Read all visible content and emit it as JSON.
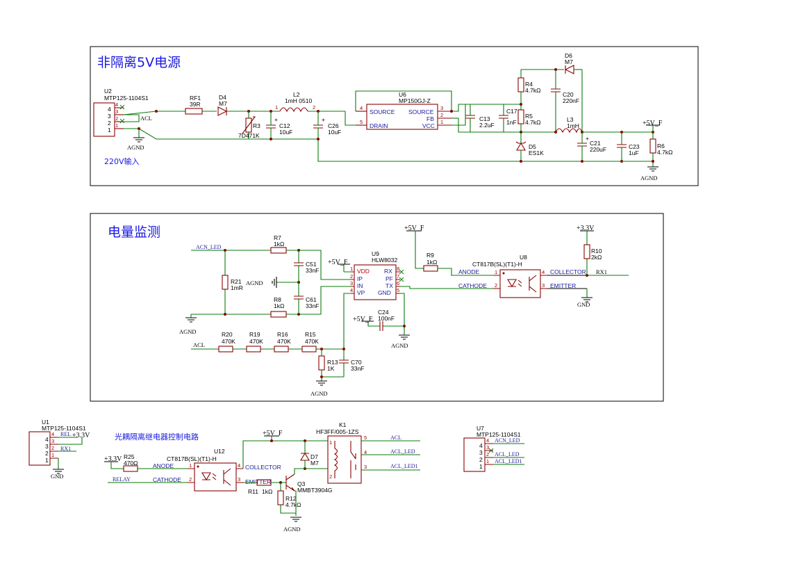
{
  "sections": {
    "power": {
      "title": "非隔离5V电源",
      "note": "220V输入"
    },
    "meter": {
      "title": "电量监测"
    },
    "relay": {
      "title": "光耦隔离继电器控制电路"
    }
  },
  "components": {
    "U2": {
      "ref": "U2",
      "value": "MTP125-1104S1"
    },
    "RF1": {
      "ref": "RF1",
      "value": "39R"
    },
    "D4": {
      "ref": "D4",
      "value": "M7"
    },
    "L2": {
      "ref": "L2",
      "value": "1mH 0510"
    },
    "R3": {
      "ref": "R3",
      "value": "7D471K"
    },
    "C12": {
      "ref": "C12",
      "value": "10uF"
    },
    "C26": {
      "ref": "C26",
      "value": "10uF"
    },
    "U6": {
      "ref": "U6",
      "value": "MP150GJ-Z",
      "pins": [
        "SOURCE",
        "DRAIN",
        "SOURCE",
        "FB",
        "VCC"
      ]
    },
    "C13": {
      "ref": "C13",
      "value": "2.2uF"
    },
    "C17": {
      "ref": "C17",
      "value": "1nF"
    },
    "R4": {
      "ref": "R4",
      "value": "4.7kΩ"
    },
    "R5": {
      "ref": "R5",
      "value": "4.7kΩ"
    },
    "D5": {
      "ref": "D5",
      "value": "ES1K"
    },
    "D6": {
      "ref": "D6",
      "value": "M7"
    },
    "C20": {
      "ref": "C20",
      "value": "220nF"
    },
    "L3": {
      "ref": "L3",
      "value": "1mH"
    },
    "C21": {
      "ref": "C21",
      "value": "220uF"
    },
    "C23": {
      "ref": "C23",
      "value": "1uF"
    },
    "R6": {
      "ref": "R6",
      "value": "4.7kΩ"
    },
    "R7": {
      "ref": "R7",
      "value": "1kΩ"
    },
    "R21": {
      "ref": "R21",
      "value": "1mR"
    },
    "R8": {
      "ref": "R8",
      "value": "1kΩ"
    },
    "C51": {
      "ref": "C51",
      "value": "33nF"
    },
    "C61": {
      "ref": "C61",
      "value": "33nF"
    },
    "U9": {
      "ref": "U9",
      "value": "HLW8032",
      "pins": [
        "VDD",
        "IP",
        "IN",
        "VP",
        "RX",
        "PF",
        "TX",
        "GND"
      ]
    },
    "C24": {
      "ref": "C24",
      "value": "100nF"
    },
    "R20": {
      "ref": "R20",
      "value": "470K"
    },
    "R19": {
      "ref": "R19",
      "value": "470K"
    },
    "R16": {
      "ref": "R16",
      "value": "470K"
    },
    "R15": {
      "ref": "R15",
      "value": "470K"
    },
    "R13": {
      "ref": "R13",
      "value": "1K"
    },
    "C70": {
      "ref": "C70",
      "value": "33nF"
    },
    "R9": {
      "ref": "R9",
      "value": "1kΩ"
    },
    "U8": {
      "ref": "U8",
      "value": "CT817B(SL)(T1)-H",
      "pins": [
        "ANODE",
        "CATHODE",
        "COLLECTOR",
        "EMITTER"
      ]
    },
    "R10": {
      "ref": "R10",
      "value": "2kΩ"
    },
    "U1": {
      "ref": "U1",
      "value": "MTP125-1104S1"
    },
    "R25": {
      "ref": "R25",
      "value": "470Ω"
    },
    "U12": {
      "ref": "U12",
      "value": "CT817B(SL)(T1)-H",
      "pins": [
        "ANODE",
        "CATHODE",
        "COLLECTOR",
        "EMITTER"
      ]
    },
    "R11": {
      "ref": "R11",
      "value": "1kΩ"
    },
    "R12": {
      "ref": "R12",
      "value": "4.7kΩ"
    },
    "Q3": {
      "ref": "Q3",
      "value": "MMBT3904G"
    },
    "D7": {
      "ref": "D7",
      "value": "M7"
    },
    "K1": {
      "ref": "K1",
      "value": "HF3FF/005-1ZS"
    },
    "U7": {
      "ref": "U7",
      "value": "MTP125-1104S1"
    }
  },
  "nets": {
    "acl": "ACL",
    "acn_led": "ACN_LED",
    "acl_led": "ACL_LED",
    "acl_led1": "ACL_LED1",
    "rx1": "RX1",
    "rel": "REL",
    "relay": "RELAY",
    "agnd": "AGND",
    "gnd": "GND",
    "v5f": "+5V_F",
    "v33": "+3.3V"
  }
}
